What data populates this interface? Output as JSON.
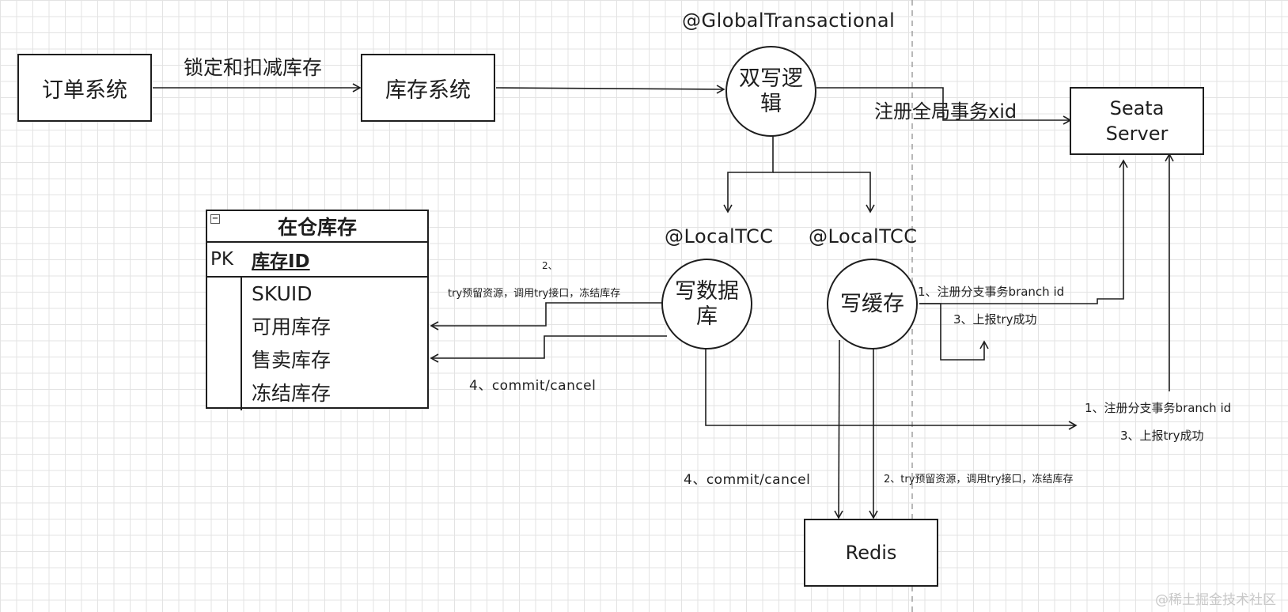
{
  "annotations": {
    "global_transactional": "@GlobalTransactional",
    "local_tcc_1": "@LocalTCC",
    "local_tcc_2": "@LocalTCC"
  },
  "nodes": {
    "order_system": "订单系统",
    "inventory_system": "库存系统",
    "dual_write": "双写逻辑",
    "seata_server": "Seata\nServer",
    "write_db": "写数据库",
    "write_cache": "写缓存",
    "redis": "Redis"
  },
  "edges": {
    "lock_deduct": "锁定和扣减库存",
    "register_global_xid": "注册全局事务xid",
    "db_try": "try预留资源，调用try接口，冻结库存",
    "db_try_step": "2、",
    "db_commit_cancel": "4、commit/cancel",
    "cache_register_branch": "1、注册分支事务branch id",
    "cache_report_try": "3、上报try成功",
    "db_register_branch": "1、注册分支事务branch id",
    "db_report_try": "3、上报try成功",
    "redis_commit_cancel": "4、commit/cancel",
    "redis_try": "2、try预留资源，调用try接口，冻结库存"
  },
  "table": {
    "title": "在仓库存",
    "collapse_symbol": "−",
    "pk_label": "PK",
    "pk_field": "库存ID",
    "fields": [
      "SKUID",
      "可用库存",
      "售卖库存",
      "冻结库存"
    ]
  },
  "watermark": "@稀土掘金技术社区",
  "colors": {
    "stroke": "#1e1e1e",
    "grid": "#e3e3e3",
    "divider": "#9a9a9a",
    "background": "#ffffff"
  }
}
